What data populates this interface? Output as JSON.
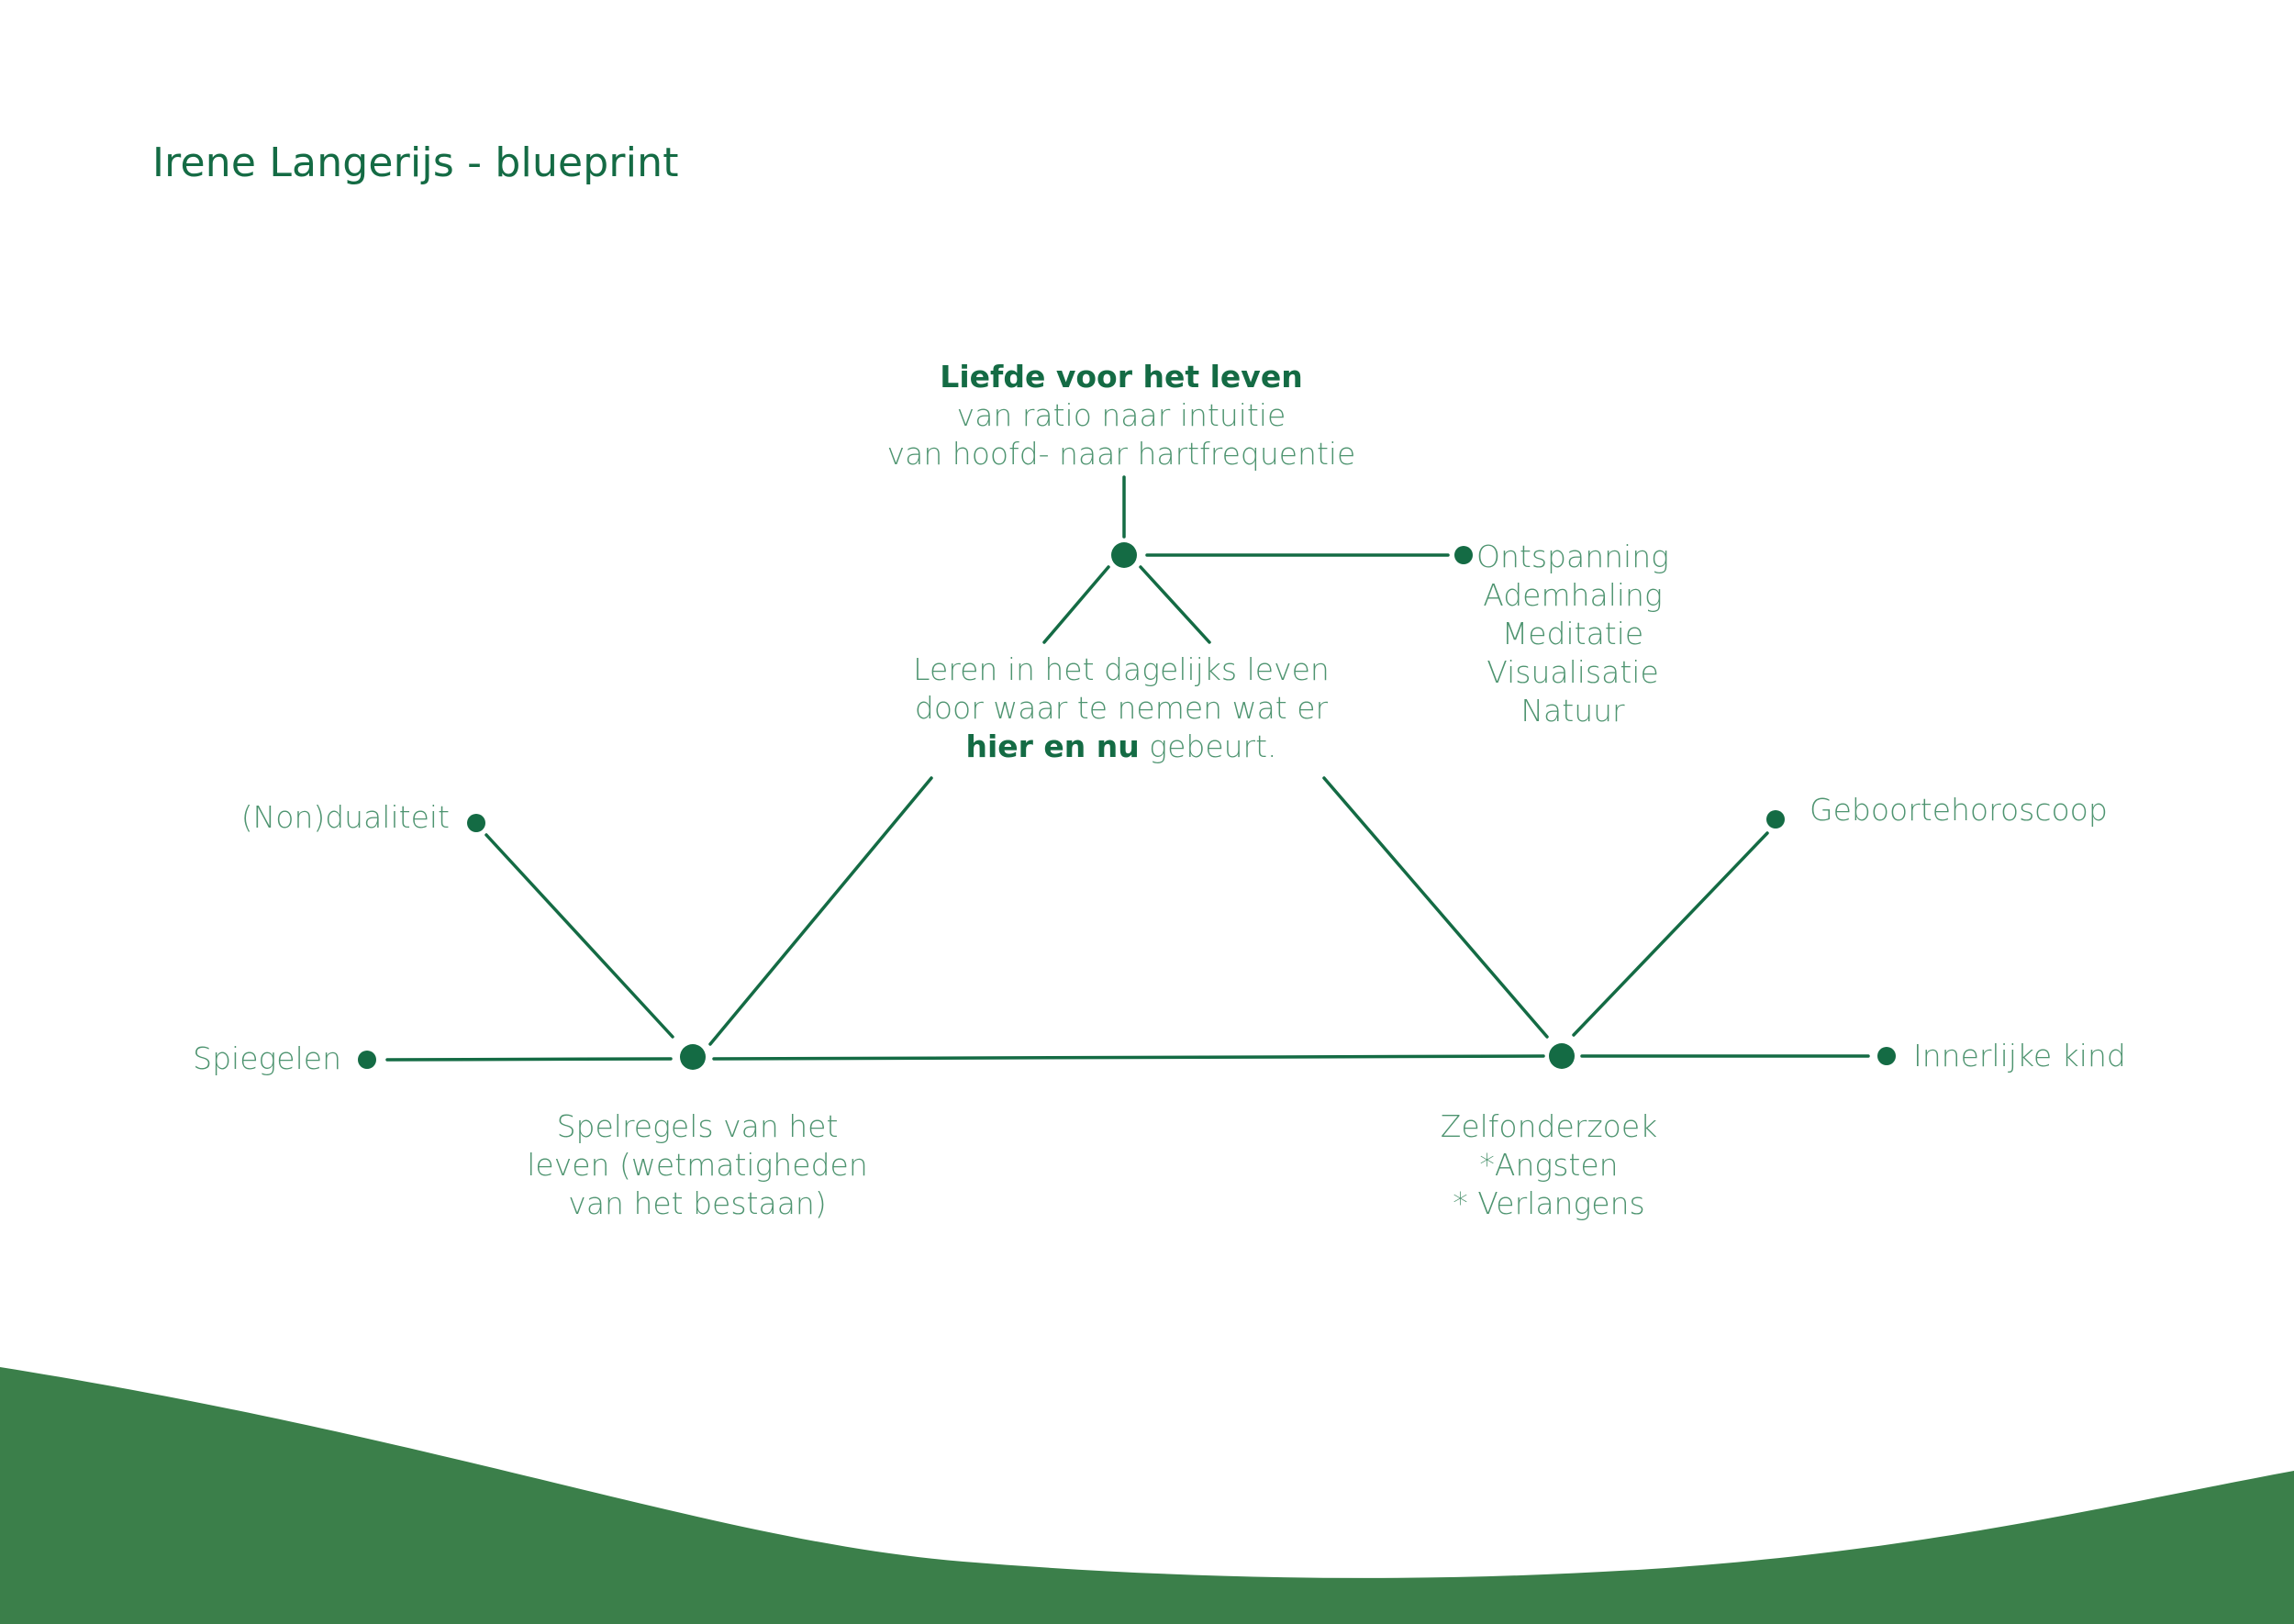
{
  "title": "Irene Langerijs - blueprint",
  "colors": {
    "line": "#146b44",
    "text": "#4e9470",
    "accent": "#146b44",
    "hill": "#3b7f4a"
  },
  "top_node": {
    "heading": "Liefde voor het leven",
    "line1": "van ratio naar intuitie",
    "line2": "van hoofd- naar hartfrequentie"
  },
  "center_text": {
    "line1": "Leren in het dagelijks leven",
    "line2": "door waar te nemen wat er",
    "line3_bold": "hier en nu",
    "line3_rest": " gebeurt."
  },
  "top_branch": [
    "Ontspanning",
    "Ademhaling",
    "Meditatie",
    "Visualisatie",
    "Natuur"
  ],
  "left_node": {
    "line1": "Spelregels van het",
    "line2": "leven (wetmatigheden",
    "line3": "van het bestaan)",
    "branch_upper": "(Non)dualiteit",
    "branch_side": "Spiegelen"
  },
  "right_node": {
    "line1": "Zelfonderzoek",
    "line2": "*Angsten",
    "line3": "* Verlangens",
    "branch_upper": "Geboortehoroscoop",
    "branch_side": "Innerlijke kind"
  }
}
